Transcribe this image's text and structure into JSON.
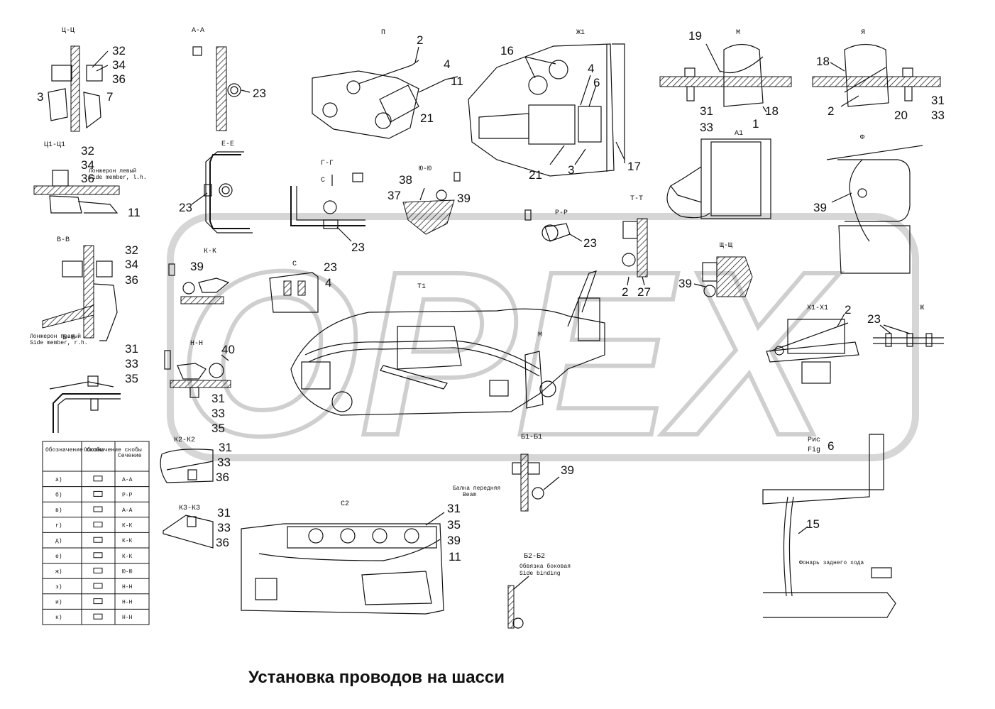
{
  "title": "Установка проводов на шасси",
  "watermark": "OPEX",
  "figure_label": {
    "line1": "Рис",
    "line2": "Fig",
    "number": "6"
  },
  "sections": {
    "ts_ts": "Ц-Ц",
    "aa": "А-А",
    "p": "П",
    "zh1": "Ж1",
    "m": "М",
    "ya": "Я",
    "ts1_ts1": "Ц1-Ц1",
    "ee": "Е-Е",
    "gg": "Г-Г",
    "yuyu": "Ю-Ю",
    "a1": "А1",
    "f": "Ф",
    "vv": "В-В",
    "rr": "Р-Р",
    "tt": "Т-Т",
    "kk": "К-К",
    "s": "С",
    "t1": "Т1",
    "shsh": "Щ-Щ",
    "x1x1": "Х1-Х1",
    "zh": "Ж",
    "bb": "Б-Б",
    "nn": "Н-Н",
    "b1b1": "Б1-Б1",
    "k2k2": "К2-К2",
    "k3k3": "К3-К3",
    "s2": "С2",
    "b2b2": "Б2-Б2"
  },
  "notes": {
    "side_member_left": "Лонжерон левый",
    "side_member_left_en": "Side member, l.h.",
    "side_member_right": "Лонжерон правый",
    "side_member_right_en": "Side member, r.h.",
    "beam": "Балка передняя",
    "beam_en": "Beam",
    "side_binding": "Обвязка боковая",
    "side_binding_en": "Side binding",
    "tail_lamp": "Фонарь заднего хода"
  },
  "callouts": {
    "c2": "2",
    "c4": "4",
    "c11": "11",
    "c21": "21",
    "c16": "16",
    "c6": "6",
    "c17": "17",
    "c3": "3",
    "c19": "19",
    "c18": "18",
    "c1": "1",
    "c20": "20",
    "c31": "31",
    "c33": "33",
    "c32": "32",
    "c34": "34",
    "c36": "36",
    "c7": "7",
    "c23": "23",
    "c38": "38",
    "c37": "37",
    "c39": "39",
    "c27": "27",
    "c40": "40",
    "c35": "35",
    "c15": "15"
  },
  "table": {
    "headers": [
      "Обозначение скобы",
      "Обозначение скобы",
      "Сечение"
    ],
    "rows": [
      {
        "mark": "а)",
        "section": "А-А"
      },
      {
        "mark": "б)",
        "section": "Р-Р"
      },
      {
        "mark": "в)",
        "section": "А-А"
      },
      {
        "mark": "г)",
        "section": "К-К"
      },
      {
        "mark": "д)",
        "section": "К-К"
      },
      {
        "mark": "е)",
        "section": "К-К"
      },
      {
        "mark": "ж)",
        "section": "Ю-Ю"
      },
      {
        "mark": "з)",
        "section": "Н-Н"
      },
      {
        "mark": "и)",
        "section": "Н-Н"
      },
      {
        "mark": "к)",
        "section": "Н-Н"
      }
    ]
  }
}
